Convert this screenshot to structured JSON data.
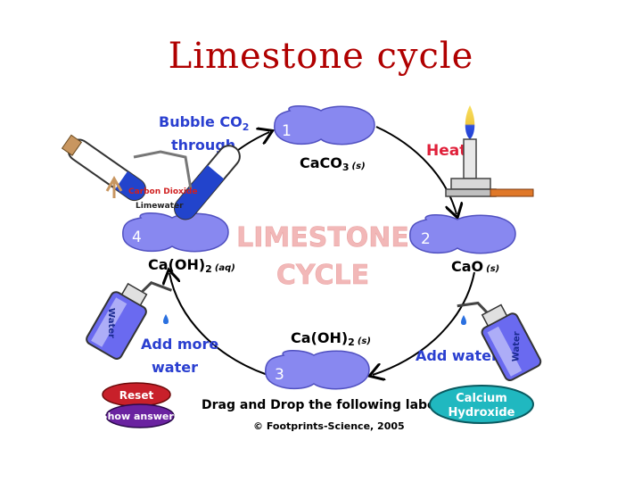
{
  "title": "Limestone cycle",
  "center": {
    "line1": "LIMESTONE",
    "line2": "CYCLE"
  },
  "steps": [
    {
      "number": "1",
      "formula": "CaCO",
      "sub": "3",
      "state": "(s)"
    },
    {
      "number": "2",
      "formula": "CaO",
      "sub": "",
      "state": "(s)"
    },
    {
      "number": "3",
      "formula": "Ca(OH)",
      "sub": "2",
      "state": "(s)"
    },
    {
      "number": "4",
      "formula": "Ca(OH)",
      "sub": "2",
      "state": "(aq)"
    }
  ],
  "actions": {
    "bubble_line1": "Bubble CO",
    "bubble_sub": "2",
    "bubble_line2": "through",
    "heat": "Heat",
    "add_water": "Add water",
    "add_more_1": "Add more",
    "add_more_2": "water"
  },
  "apparatus_labels": {
    "carbon_dioxide": "Carbon Dioxide",
    "limewater": "Limewater",
    "water_bottle_left": "Water",
    "water_bottle_right": "Water"
  },
  "buttons": {
    "reset": "Reset",
    "show_answers": "Show answers"
  },
  "instruction": "Drag and Drop the following labels :",
  "draggable_label": {
    "line1": "Calcium",
    "line2": "Hydroxide"
  },
  "copyright": "© Footprints-Science, 2005",
  "colors": {
    "title": "#b00000",
    "blob": "#8888f0",
    "blue_text": "#2a3fd0",
    "red_text": "#e0203a",
    "faded_center": "#f2b8b8",
    "reset": "#c8202a",
    "show_answers": "#6a22a0",
    "draggable": "#20b8c0"
  }
}
